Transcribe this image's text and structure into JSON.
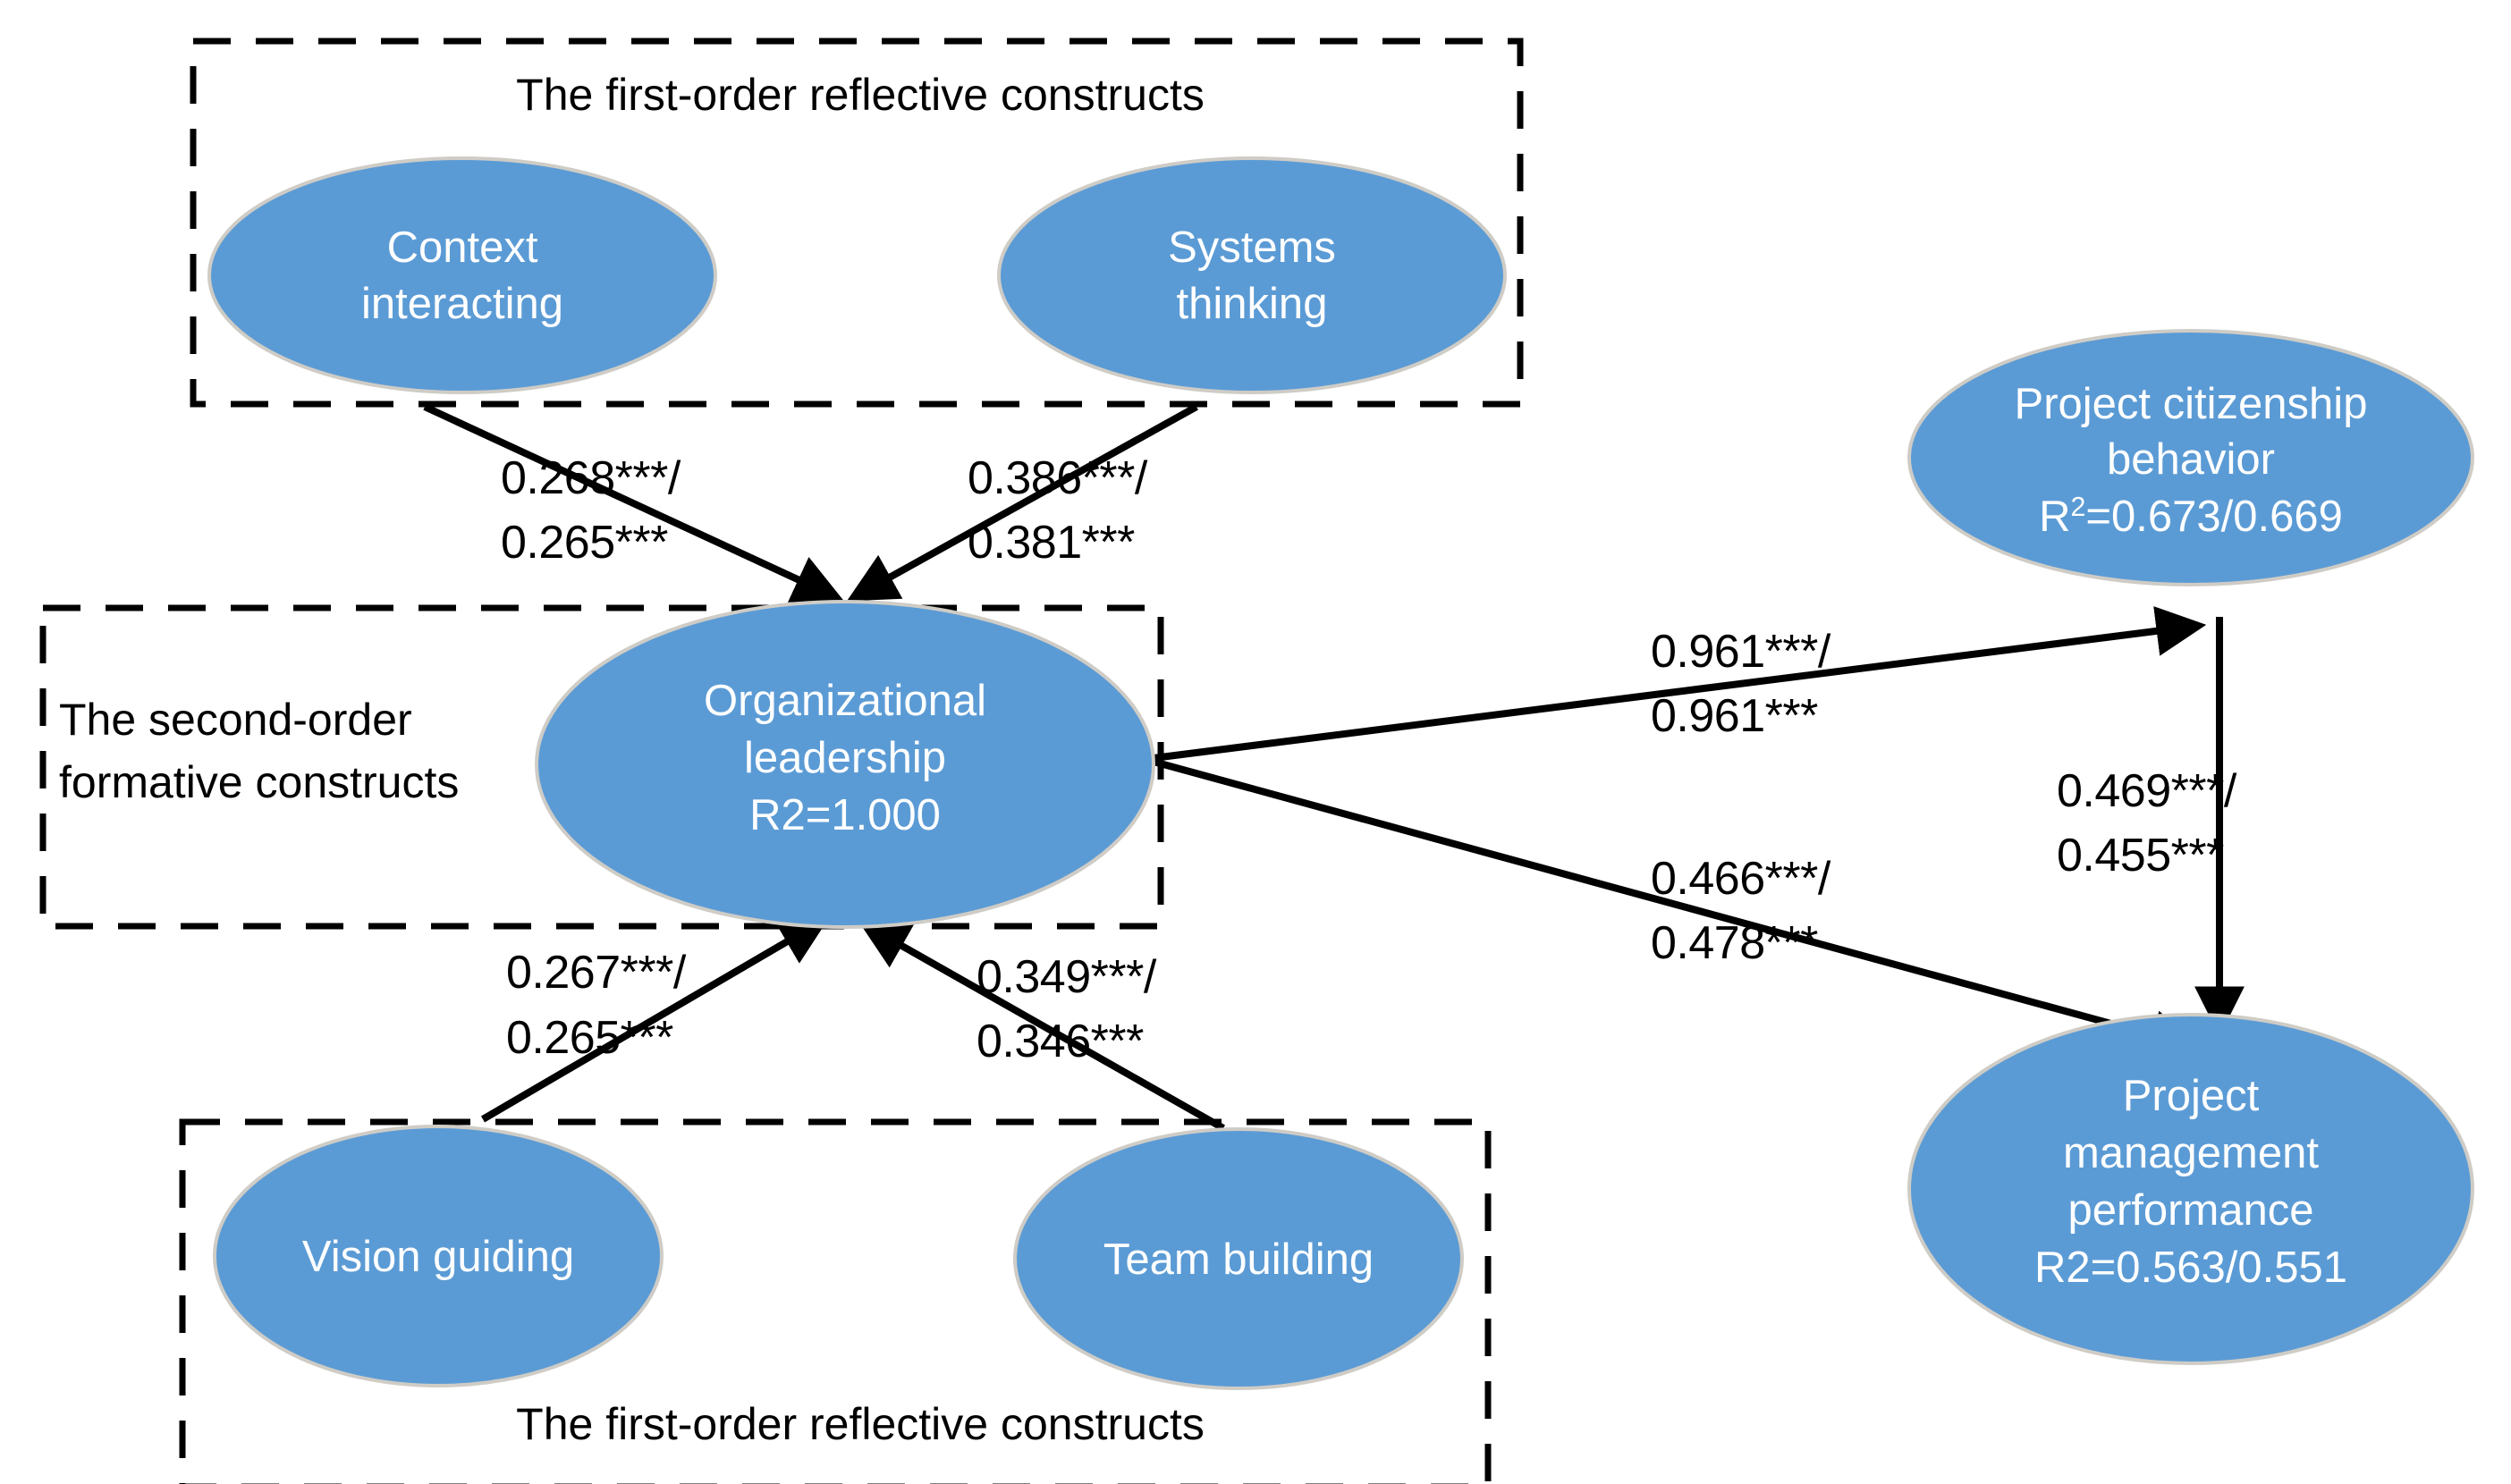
{
  "diagram": {
    "title": "Structural model of organizational leadership",
    "colors": {
      "node_fill": "#5B9BD5",
      "node_stroke": "#CFCCC6",
      "node_text": "#FFFFFF",
      "line": "#000000",
      "box_stroke": "#000000",
      "background": "#FFFFFF"
    },
    "groups": [
      {
        "id": "top-first-order",
        "label": "The first-order reflective constructs"
      },
      {
        "id": "second-order",
        "label_line1": "The second-order",
        "label_line2": "formative constructs"
      },
      {
        "id": "bottom-first-order",
        "label": "The first-order reflective constructs"
      }
    ],
    "nodes": {
      "context_interacting": {
        "lines": [
          "Context",
          "interacting"
        ]
      },
      "systems_thinking": {
        "lines": [
          "Systems",
          "thinking"
        ]
      },
      "organizational_leadership": {
        "lines": [
          "Organizational",
          "leadership",
          "R2=1.000"
        ]
      },
      "vision_guiding": {
        "lines": [
          "Vision guiding"
        ]
      },
      "team_building": {
        "lines": [
          "Team building"
        ]
      },
      "project_citizenship_behavior": {
        "lines": [
          "Project citizenship",
          "behavior"
        ],
        "r2_prefix": "R",
        "r2_sup": "2",
        "r2_value": "=0.673/0.669"
      },
      "project_management_performance": {
        "lines": [
          "Project",
          "management",
          "performance",
          "R2=0.563/0.551"
        ]
      }
    },
    "paths": [
      {
        "id": "context-to-leadership",
        "from": "context_interacting",
        "to": "organizational_leadership",
        "line1": "0.268***/",
        "line2": "0.265***"
      },
      {
        "id": "systems-to-leadership",
        "from": "systems_thinking",
        "to": "organizational_leadership",
        "line1": "0.386***/",
        "line2": "0.381***"
      },
      {
        "id": "vision-to-leadership",
        "from": "vision_guiding",
        "to": "organizational_leadership",
        "line1": "0.267***/",
        "line2": "0.265***"
      },
      {
        "id": "team-to-leadership",
        "from": "team_building",
        "to": "organizational_leadership",
        "line1": "0.349***/",
        "line2": "0.346***"
      },
      {
        "id": "leadership-to-pcb",
        "from": "organizational_leadership",
        "to": "project_citizenship_behavior",
        "line1": "0.961***/",
        "line2": "0.961***"
      },
      {
        "id": "leadership-to-pmp",
        "from": "organizational_leadership",
        "to": "project_management_performance",
        "line1": "0.466***/",
        "line2": "0.478***"
      },
      {
        "id": "pcb-to-pmp",
        "from": "project_citizenship_behavior",
        "to": "project_management_performance",
        "line1": "0.469***/",
        "line2": "0.455***"
      }
    ]
  }
}
